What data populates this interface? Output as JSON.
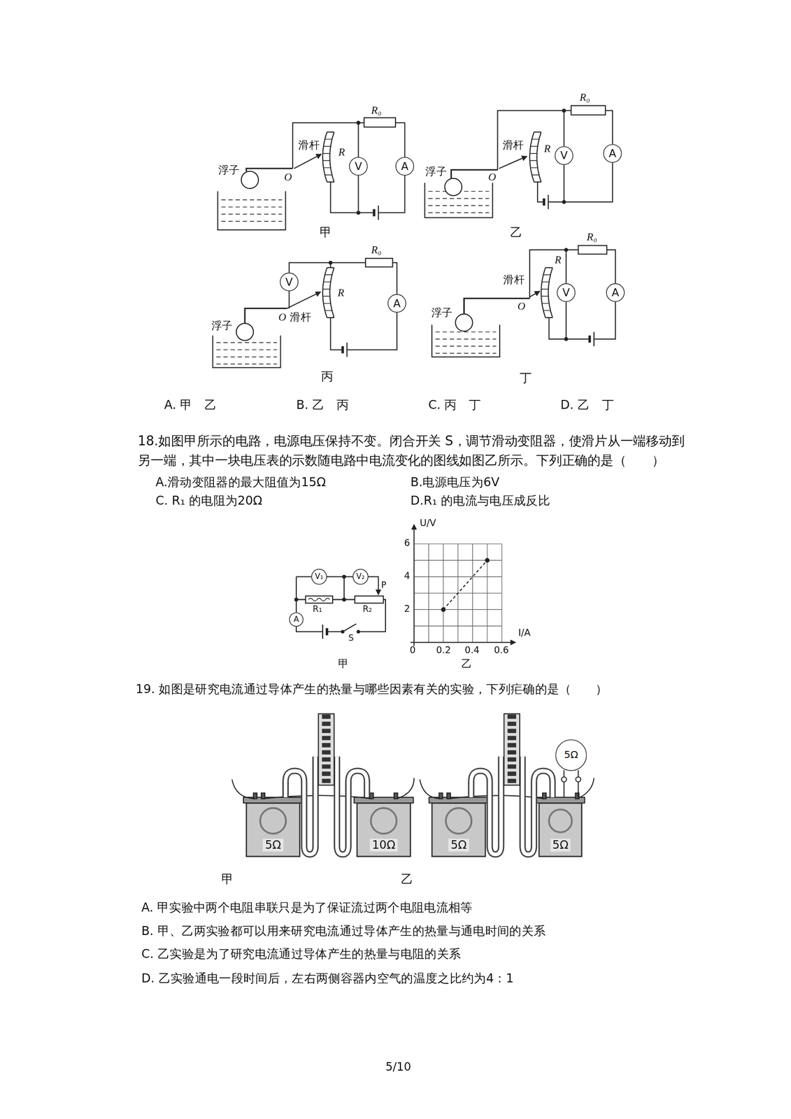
{
  "diagram": {
    "nodes": [
      {
        "text": [
          "V"
        ]
      },
      {
        "text": [
          "A"
        ]
      },
      {
        "text": [
          "V"
        ]
      },
      {
        "text": [
          "A"
        ]
      },
      {
        "text": [
          "V"
        ]
      },
      {
        "text": [
          "A"
        ]
      },
      {
        "text": [
          "V"
        ]
      },
      {
        "text": [
          "A"
        ]
      },
      {
        "text": [
          "V₁"
        ]
      },
      {
        "text": [
          "V₂"
        ]
      },
      {
        "text": [
          "A"
        ]
      },
      {
        "text": [
          "5Ω"
        ]
      },
      {
        "text": [
          "10Ω"
        ]
      },
      {
        "text": [
          "5Ω"
        ]
      },
      {
        "text": [
          "5Ω"
        ]
      },
      {
        "text": [
          "5Ω"
        ]
      }
    ],
    "labels": [
      "R₀",
      "滑杆",
      "R",
      "O",
      "浮子",
      "甲",
      "R₀",
      "滑杆",
      "R",
      "O",
      "浮子",
      "乙",
      "R₀",
      "O",
      "滑杆",
      "R",
      "浮子",
      "丙",
      "R₀",
      "滑杆",
      "R",
      "O",
      "浮子",
      "丁",
      "A. 甲　乙",
      "B. 乙　丙",
      "C. 丙　丁",
      "D. 乙　丁",
      "18.如图甲所示的电路，电源电压保持不变。闭合开关 S，调节滑动变阻器，使滑片从一端移动到另一端，其中一块电压表的示数随电路中电流变化的图线如图乙所示。下列正确的是（　　）",
      "A.滑动变阻器的最大阻值为15Ω",
      "B.电源电压为6V",
      "C. R₁ 的电阻为20Ω",
      "D.R₁ 的电流与电压成反比",
      "R₁",
      "R₂",
      "P",
      "S",
      "甲",
      "U/V",
      "6",
      "4",
      "2",
      "0",
      "0.2",
      "0.4",
      "0.6",
      "I/A",
      "乙",
      "19. 如图是研究电流通过导体产生的热量与哪些因素有关的实验，下列疟确的是（　　）",
      "甲",
      "乙",
      "A. 甲实验中两个电阻串联只是为了保证流过两个电阻电流相等",
      "B. 甲、乙两实验都可以用来研究电流通过导体产生的热量与通电时间的关系",
      "C. 乙实验是为了研究电流通过导体产生的热量与电阻的关系",
      "D. 乙实验通电一段时间后，左右两侧容器内空气的温度之比约为4：1",
      "5/10"
    ]
  }
}
